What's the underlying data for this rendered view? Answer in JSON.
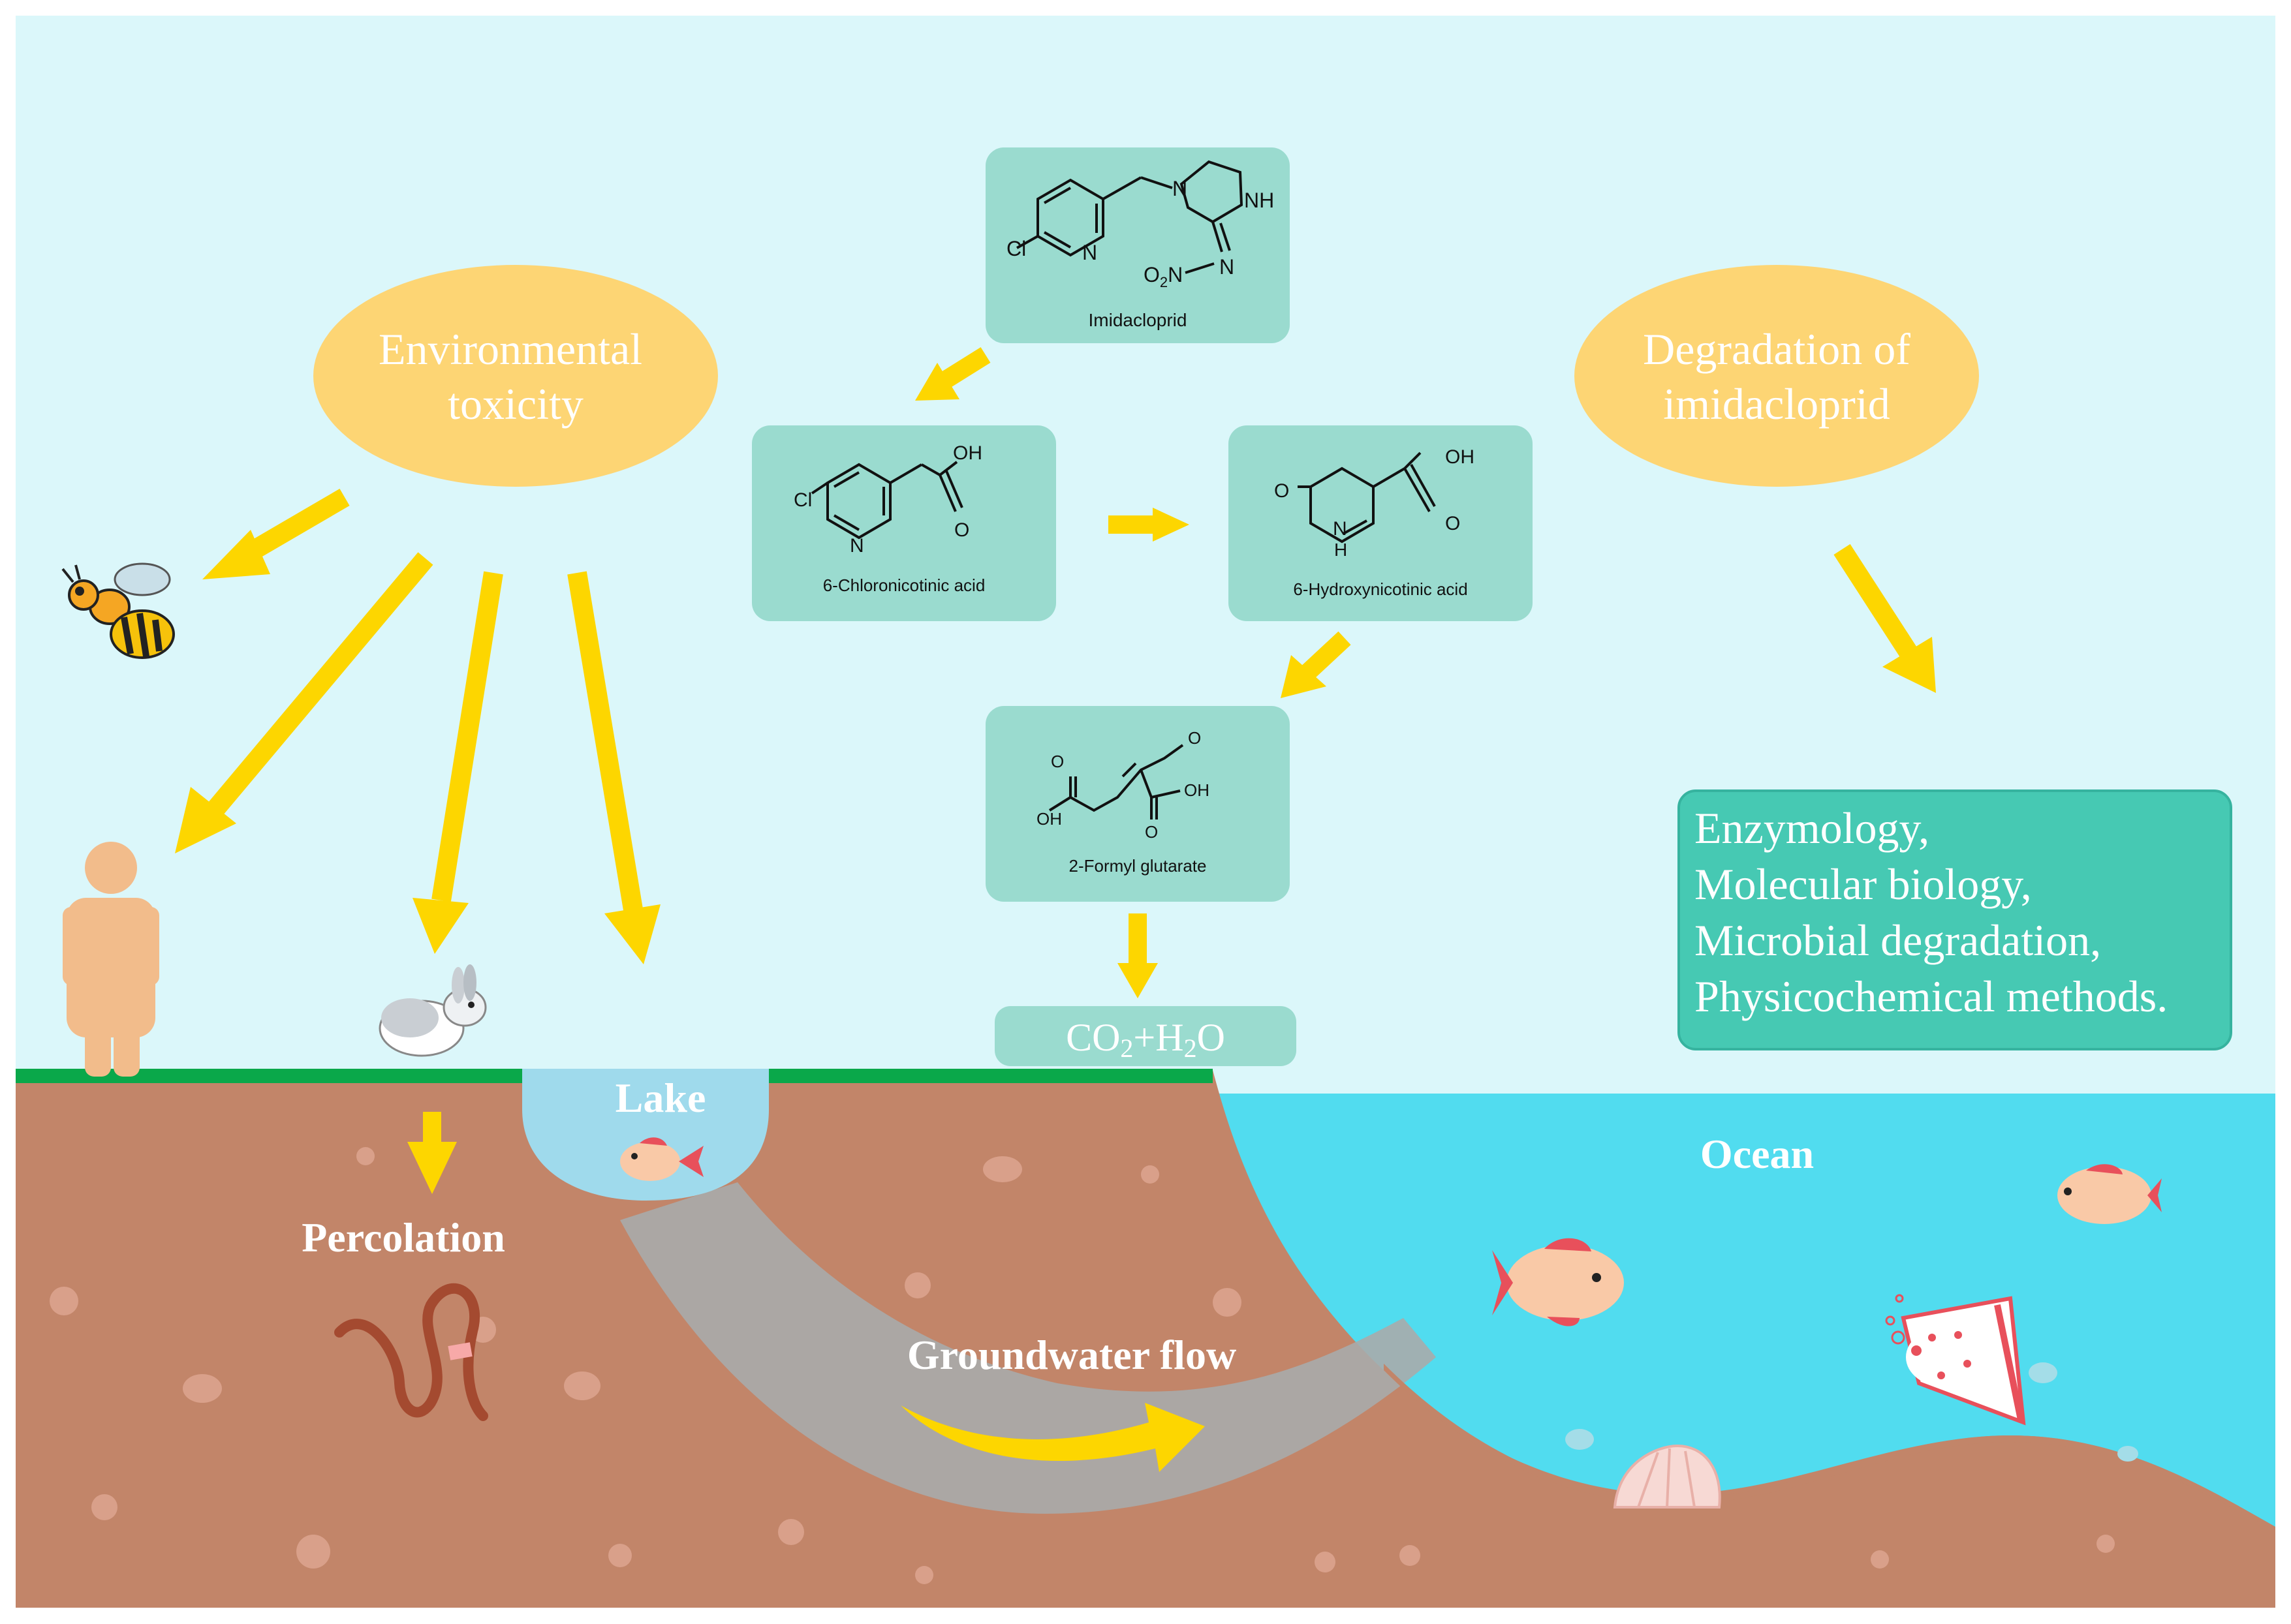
{
  "bubbles": {
    "toxicity": [
      "Environmental",
      "toxicity"
    ],
    "degradation": [
      "Degradation of",
      "imidacloprid"
    ]
  },
  "compounds": {
    "imidacloprid": "Imidacloprid",
    "chloronicotinic": "6-Chloronicotinic  acid",
    "hydroxynicotinic": "6-Hydroxynicotinic  acid",
    "formyl": "2-Formyl glutarate"
  },
  "atoms": {
    "cl": "Cl",
    "n": "N",
    "nh": "NH",
    "h": "H",
    "o": "O",
    "oh": "OH",
    "o2n_prefix": "O",
    "o2n_sub": "2",
    "o2n_suffix": "N"
  },
  "product": {
    "co": "CO",
    "co_sub": "2",
    "plus_h": "+H",
    "h_sub": "2",
    "o": "O"
  },
  "methods": [
    "Enzymology,",
    "Molecular biology,",
    "Microbial degradation,",
    "Physicochemical methods."
  ],
  "labels": {
    "lake": "Lake",
    "ocean": "Ocean",
    "percolation": "Percolation",
    "groundwater": "Groundwater flow"
  },
  "colors": {
    "sky": "#dbf7fa",
    "bubble": "#fdd574",
    "compound_box": "#9adbcf",
    "methods_box": "#46c9b3",
    "arrow": "#fdd600",
    "soil": "#c28569",
    "grass": "#0aa84a",
    "ocean": "#51dcef",
    "lake": "#9fdaec",
    "groundwater": "#a9abab"
  }
}
